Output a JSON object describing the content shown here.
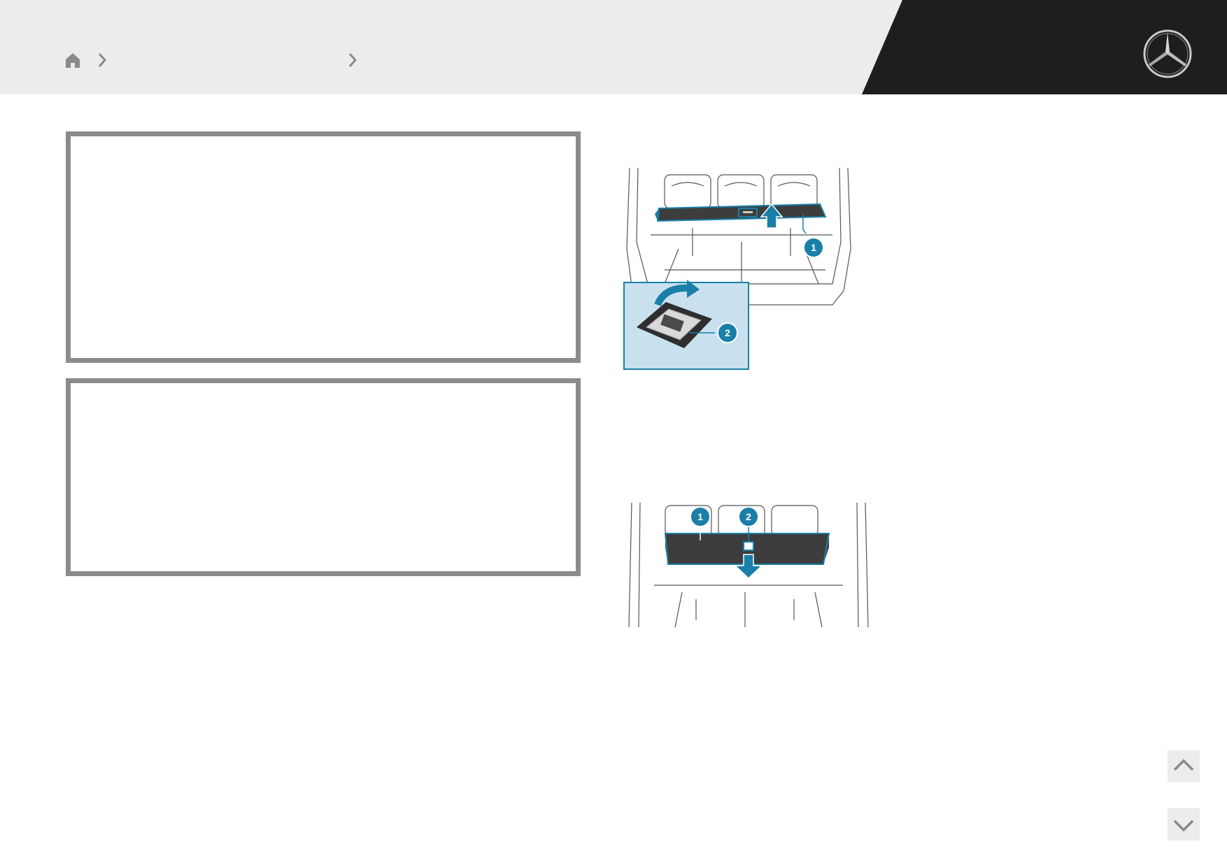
{
  "colors": {
    "header_bg": "#ececec",
    "header_dark": "#1d1e20",
    "box_border": "#8b8b8b",
    "accent": "#1a7fa8",
    "inset_bg": "#c9e1ef"
  },
  "breadcrumb": {
    "items": [
      {
        "icon": "home-icon"
      },
      {
        "icon": "chevron-right-icon"
      },
      {
        "icon": "chevron-right-icon"
      }
    ]
  },
  "brand": {
    "icon": "three-pointed-star-logo-icon"
  },
  "illustrations": [
    {
      "name": "cargo-cover-removal-illustration",
      "markers": [
        "1",
        "2"
      ]
    },
    {
      "name": "cargo-cover-installation-illustration",
      "markers": [
        "1",
        "2"
      ]
    }
  ],
  "navigation": {
    "up_icon": "chevron-up-icon",
    "down_icon": "chevron-down-icon"
  }
}
